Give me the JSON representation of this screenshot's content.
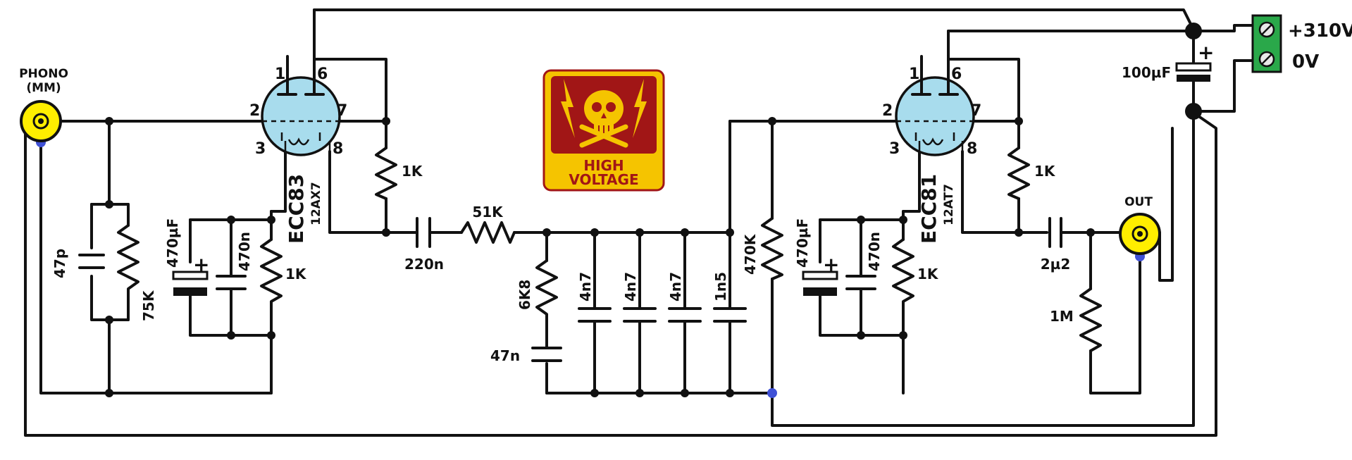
{
  "input": {
    "label_1": "PHONO",
    "label_2": "(MM)"
  },
  "output": {
    "label": "OUT"
  },
  "power": {
    "hv_label": "+310V",
    "gnd_label": "0V"
  },
  "warning_sign": {
    "line1": "HIGH",
    "line2": "VOLTAGE"
  },
  "tube1": {
    "type": "ECC83",
    "alt": "12AX7",
    "pins": [
      "1",
      "6",
      "2",
      "7",
      "3",
      "8"
    ]
  },
  "tube2": {
    "type": "ECC81",
    "alt": "12AT7",
    "pins": [
      "1",
      "6",
      "2",
      "7",
      "3",
      "8"
    ]
  },
  "components": {
    "c_47p": "47p",
    "r_75k": "75K",
    "c_470uf_1": "470µF",
    "c_470n_1": "470n",
    "r_1k_cath1": "1K",
    "r_1k_anode1": "1K",
    "c_220n": "220n",
    "r_51k": "51K",
    "r_6k8": "6K8",
    "c_47n": "47n",
    "c_4n7_a": "4n7",
    "c_4n7_b": "4n7",
    "c_4n7_c": "4n7",
    "c_1n5": "1n5",
    "r_470k": "470K",
    "c_470uf_2": "470µF",
    "c_470n_2": "470n",
    "r_1k_cath2": "1K",
    "r_1k_anode2": "1K",
    "c_2u2": "2µ2",
    "r_1m": "1M",
    "c_100uf": "100µF",
    "polarity_plus": "+"
  },
  "colors": {
    "tube_glass": "#a8dced",
    "jack_yellow": "#ffee00",
    "terminal_green": "#2aa84a",
    "node_blue": "#3f51d6",
    "sign_red": "#a11616",
    "sign_yellow": "#f5c400"
  }
}
